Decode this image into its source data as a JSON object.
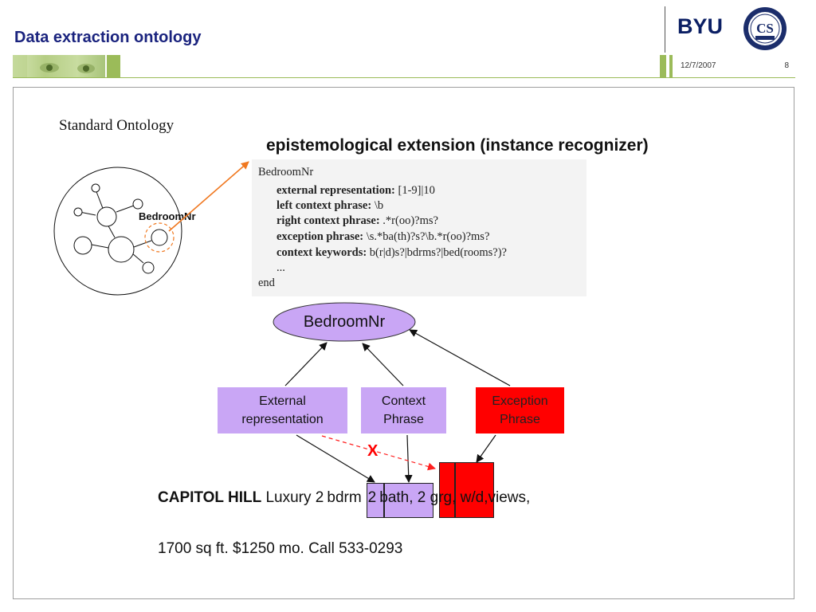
{
  "header": {
    "title": "Data extraction ontology",
    "brand": "BYU",
    "logo": {
      "icon": "cs-department-seal-icon",
      "lettering": "CS",
      "colors": {
        "ring": "#1b2d6b",
        "inner": "#ffffff"
      }
    },
    "date": "12/7/2007",
    "slide_number": "8"
  },
  "diagram": {
    "ontology_label": "Standard Ontology",
    "node_label": "BedroomNr",
    "extension_title": "epistemological extension (instance recognizer)",
    "definition": {
      "name": "BedroomNr",
      "lines": [
        {
          "key": "external representation:",
          "value": "[1-9]|10"
        },
        {
          "key": "left context phrase:",
          "value": "\\b"
        },
        {
          "key": "right context phrase:",
          "value": ".*r(oo)?ms?"
        },
        {
          "key": "exception phrase:",
          "value": "\\s.*ba(th)?s?\\b.*r(oo)?ms?"
        },
        {
          "key": "context keywords:",
          "value": "b(r|d)s?|bdrms?|bed(rooms?)?"
        },
        {
          "key": "...",
          "value": ""
        }
      ],
      "end": "end"
    },
    "recognizer": {
      "ellipse_label": "BedroomNr",
      "boxes": [
        {
          "name": "external",
          "label_line1": "External",
          "label_line2": "representation",
          "color": "#c9a6f5"
        },
        {
          "name": "context",
          "label_line1": "Context",
          "label_line2": "Phrase",
          "color": "#c9a6f5"
        },
        {
          "name": "exception",
          "label_line1": "Exception",
          "label_line2": "Phrase",
          "color": "#ff0000"
        }
      ],
      "reject_mark": "X"
    }
  },
  "ad": {
    "headline": "CAPITOL HILL",
    "text_before": " Luxury ",
    "match_number": "2",
    "match_bdrm": "bdrm",
    "exception_number": "2",
    "exception_bath": "bath",
    "text_after": ", 2 grg, w/d,views,",
    "line2": "1700 sq ft. $1250 mo. Call 533-0293",
    "colors": {
      "match": "#c9a6f5",
      "exception": "#ff0000"
    }
  }
}
